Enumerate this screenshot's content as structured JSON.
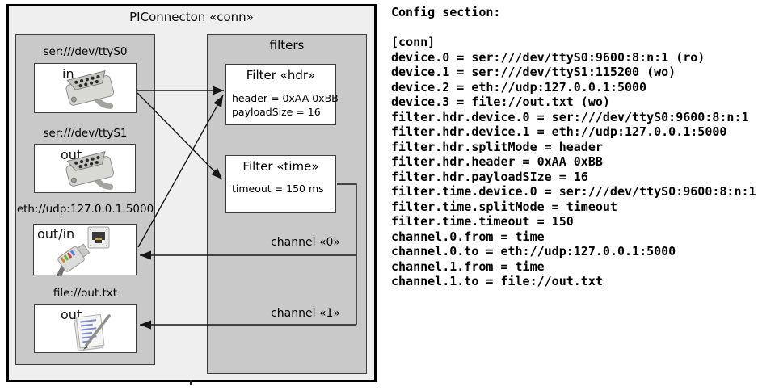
{
  "colors": {
    "page_bg": "#ffffff",
    "diagram_bg": "#efefef",
    "panel_bg": "#c9c9c9",
    "box_bg": "#ffffff",
    "box_border": "#3c3c3c",
    "outer_border": "#000000",
    "wire": "#161616"
  },
  "diagram": {
    "title": "PIConnecton «conn»",
    "filters_title": "filters",
    "devices": [
      {
        "label": "ser:///dev/ttyS0",
        "direction": "in",
        "icon": "serial-connector-photo"
      },
      {
        "label": "ser:///dev/ttyS1",
        "direction": "out",
        "icon": "serial-connector-photo"
      },
      {
        "label": "eth://udp:127.0.0.1:5000",
        "direction": "out/in",
        "icon": "ethernet-plug-photo"
      },
      {
        "label": "file://out.txt",
        "direction": "out",
        "icon": "notepad-pen-photo"
      }
    ],
    "filters": [
      {
        "title": "Filter «hdr»",
        "attrs": [
          "header = 0xAA 0xBB",
          "payloadSize = 16"
        ]
      },
      {
        "title": "Filter «time»",
        "attrs": [
          "timeout = 150 ms"
        ]
      }
    ],
    "channels": [
      {
        "label": "channel «0»"
      },
      {
        "label": "channel «1»"
      }
    ]
  },
  "config": {
    "heading": "Config section:",
    "lines": [
      "[conn]",
      "device.0 = ser:///dev/ttyS0:9600:8:n:1 (ro)",
      "device.1 = ser:///dev/ttyS1:115200 (wo)",
      "device.2 = eth://udp:127.0.0.1:5000",
      "device.3 = file://out.txt (wo)",
      "filter.hdr.device.0 = ser:///dev/ttyS0:9600:8:n:1",
      "filter.hdr.device.1 = eth://udp:127.0.0.1:5000",
      "filter.hdr.splitMode = header",
      "filter.hdr.header = 0xAA 0xBB",
      "filter.hdr.payloadSIze = 16",
      "filter.time.device.0 = ser:///dev/ttyS0:9600:8:n:1",
      "filter.time.splitMode = timeout",
      "filter.time.timeout = 150",
      "channel.0.from = time",
      "channel.0.to = eth://udp:127.0.0.1:5000",
      "channel.1.from = time",
      "channel.1.to = file://out.txt"
    ]
  }
}
